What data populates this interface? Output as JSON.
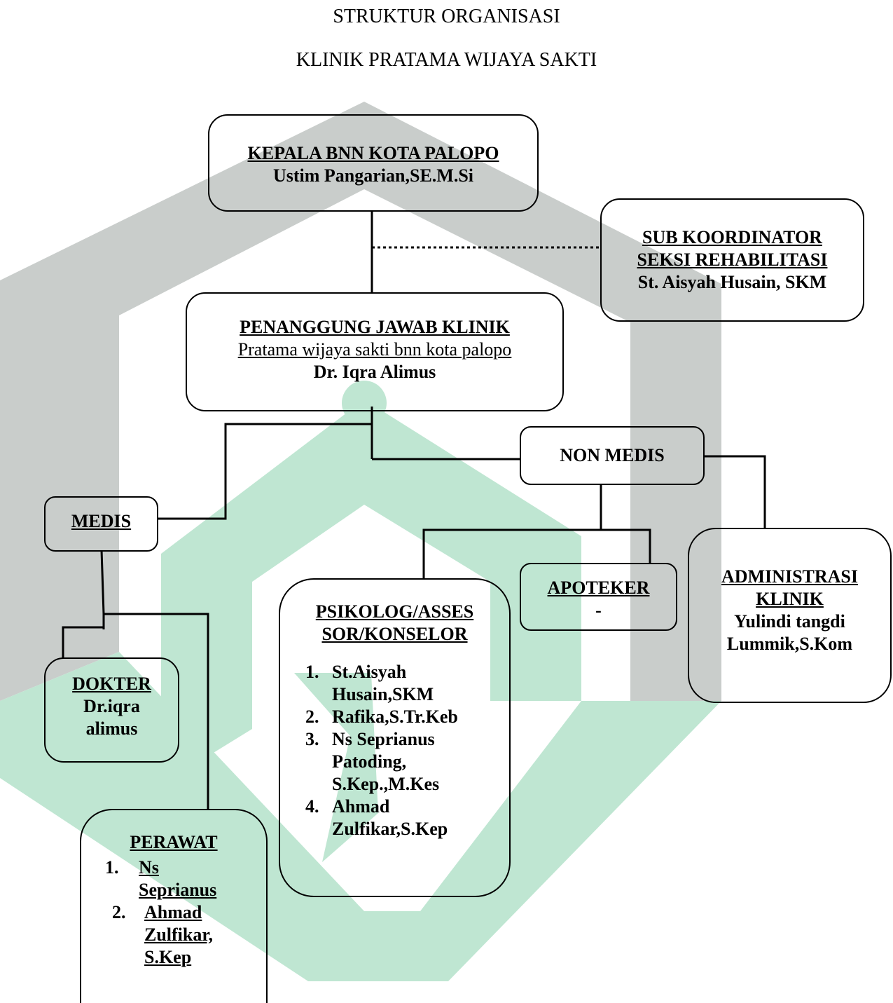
{
  "header": {
    "title": "STRUKTUR ORGANISASI",
    "subtitle": "KLINIK PRATAMA WIJAYA SAKTI"
  },
  "kepala": {
    "title": "KEPALA BNN KOTA PALOPO",
    "name": "Ustim Pangarian,SE.M.Si"
  },
  "subkoordinator": {
    "title_line1": "SUB KOORDINATOR",
    "title_line2": "SEKSI REHABILITASI",
    "name": "St. Aisyah Husain, SKM"
  },
  "penanggung_jawab": {
    "title": "PENANGGUNG JAWAB KLINIK",
    "subtitle": "Pratama wijaya sakti bnn kota palopo",
    "name": "Dr. Iqra Alimus"
  },
  "non_medis": {
    "title": "NON MEDIS"
  },
  "medis": {
    "title": "MEDIS"
  },
  "apoteker": {
    "title": "APOTEKER",
    "name": "-"
  },
  "administrasi": {
    "title_line1": "ADMINISTRASI",
    "title_line2": "KLINIK",
    "name_line1": "Yulindi tangdi",
    "name_line2": "Lummik,S.Kom"
  },
  "psikolog": {
    "title_line1": "PSIKOLOG/ASSES",
    "title_line2": "SOR/KONSELOR",
    "members": [
      {
        "num": "1.",
        "line1": "St.Aisyah",
        "line2": "Husain,SKM"
      },
      {
        "num": "2.",
        "line1": "Rafika,S.Tr.Keb"
      },
      {
        "num": "3.",
        "line1": "Ns Seprianus",
        "line2": "Patoding,",
        "line3": "S.Kep.,M.Kes"
      },
      {
        "num": "4.",
        "line1": "Ahmad",
        "line2": "Zulfikar,S.Kep"
      }
    ]
  },
  "dokter": {
    "title": "DOKTER",
    "name_line1": "Dr.iqra",
    "name_line2": "alimus"
  },
  "perawat": {
    "title": "PERAWAT",
    "members": [
      {
        "num": "1.",
        "line1": "Ns",
        "line2": "Seprianus"
      },
      {
        "num": "2.",
        "line1": "Ahmad",
        "line2": "Zulfikar,",
        "line3": "S.Kep"
      }
    ]
  },
  "colors": {
    "watermark_gray": "#c9cdcb",
    "watermark_green": "#bfe6d2",
    "line": "#000000"
  }
}
